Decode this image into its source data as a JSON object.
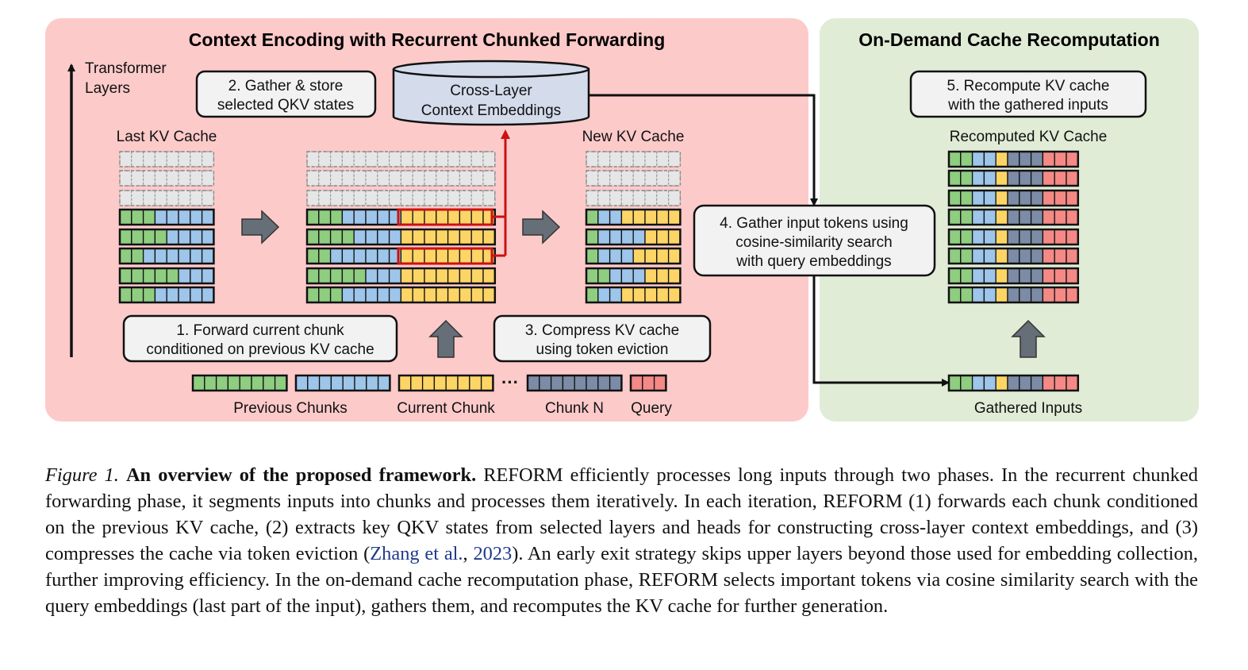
{
  "colors": {
    "left_panel": "#fdcaca",
    "right_panel": "#e0ecd6",
    "green": "#8fcd80",
    "blue": "#9ec5ea",
    "yellow": "#fdd566",
    "gray": "#7c8ba6",
    "red": "#f48986",
    "empty": "#e6e6e6",
    "highlight": "#cc1111",
    "arrow": "#666e78",
    "box_fill": "#f2f2f2",
    "db_fill": "#d4dceb",
    "link": "#1f3a8a"
  },
  "left_panel": {
    "title": "Context Encoding with Recurrent Chunked Forwarding",
    "axis_label_1": "Transformer",
    "axis_label_2": "Layers",
    "step2_line1": "2. Gather & store",
    "step2_line2": "selected QKV states",
    "db_line1": "Cross-Layer",
    "db_line2": "Context Embeddings",
    "last_kv_label": "Last KV Cache",
    "new_kv_label": "New KV Cache",
    "step1_line1": "1. Forward current chunk",
    "step1_line2": "conditioned on previous KV cache",
    "step3_line1": "3. Compress KV cache",
    "step3_line2": "using token eviction",
    "ellipsis": "···",
    "previous_chunks": "Previous Chunks",
    "current_chunk": "Current Chunk",
    "chunk_n": "Chunk N",
    "query": "Query"
  },
  "step4": {
    "line1": "4. Gather input tokens using",
    "line2": "cosine-similarity search",
    "line3": "with query embeddings"
  },
  "right_panel": {
    "title": "On-Demand Cache Recomputation",
    "step5_line1": "5. Recompute KV cache",
    "step5_line2": "with the gathered inputs",
    "recomputed_label": "Recomputed KV Cache",
    "gathered_label": "Gathered Inputs"
  },
  "caption": {
    "label": "Figure 1.",
    "bold": "An overview of the proposed framework.",
    "part1": "REFORM efficiently processes long inputs through two phases. In the recurrent chunked forwarding phase, it segments inputs into chunks and processes them iteratively. In each iteration, REFORM (1) forwards each chunk conditioned on the previous KV cache, (2) extracts key QKV states from selected layers and heads for constructing cross-layer context embeddings, and (3) compresses the cache via token eviction (",
    "cite_author": "Zhang et al.",
    "cite_sep": ", ",
    "cite_year": "2023",
    "part2": "). An early exit strategy skips upper layers beyond those used for embedding collection, further improving efficiency. In the on-demand cache recomputation phase, REFORM selects important tokens via cosine similarity search with the query embeddings (last part of the input), gathers them, and recomputes the KV cache for further generation."
  }
}
